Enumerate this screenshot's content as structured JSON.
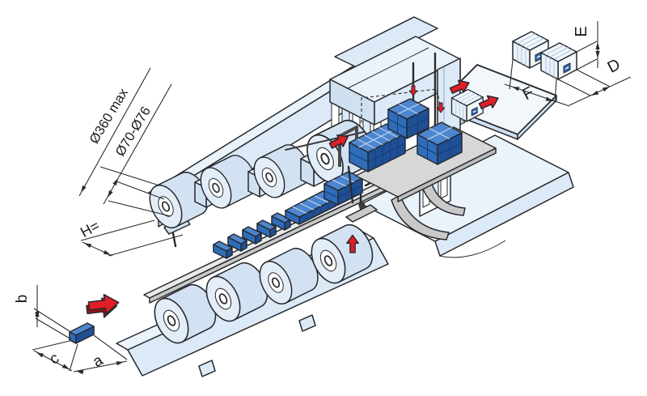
{
  "diagram": {
    "name": "packaging-machine-schematic",
    "labels": {
      "roll_outer": "Ø360 max",
      "roll_core": "Ø70-Ø76",
      "roll_width": "H=",
      "bundle_height": "E",
      "bundle_depth": "D",
      "bundle_width": "F",
      "product_a": "a",
      "product_b": "b",
      "product_c": "c"
    },
    "colors": {
      "outline": "#26292e",
      "machine-light": "#dce9f6",
      "machine-lighter": "#eaf2fa",
      "machine-mid": "#cfe0f1",
      "platform": "#d7d7d7",
      "gray-part": "#c9c9c9",
      "pack-top": "#4d86ce",
      "pack-front": "#2f6cba",
      "pack-side": "#1f5096",
      "red": "#e01e25",
      "red-dark": "#9c1116"
    }
  }
}
